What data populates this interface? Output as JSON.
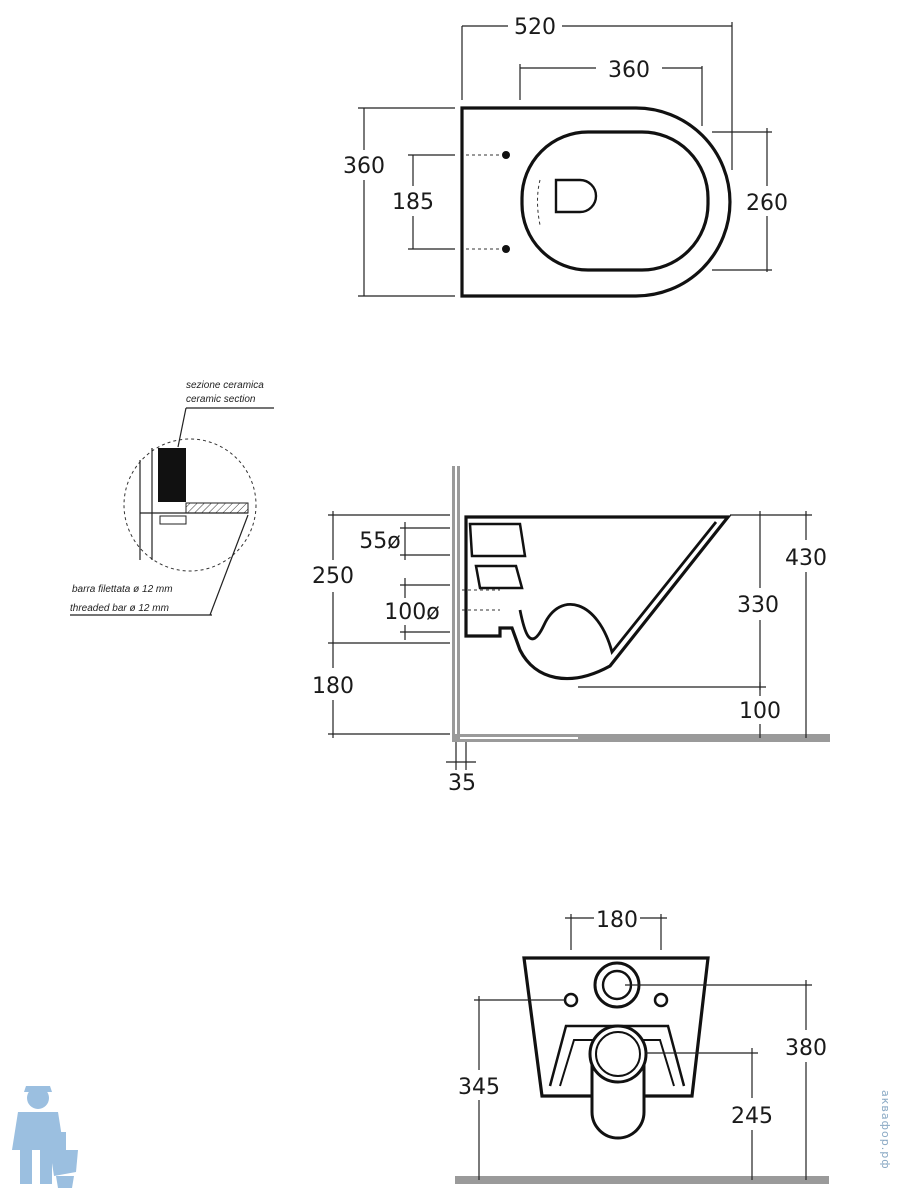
{
  "plan_view": {
    "dims": [
      "520",
      "360",
      "360",
      "185",
      "260"
    ]
  },
  "detail": {
    "label_it_1": "sezione ceramica",
    "label_en_1": "ceramic section",
    "label_it_2": "barra filettata ø 12 mm",
    "label_en_2": "threaded bar ø 12 mm"
  },
  "side_view": {
    "dims": [
      "55ø",
      "250",
      "100ø",
      "180",
      "430",
      "330",
      "100",
      "35"
    ]
  },
  "front_view": {
    "dims": [
      "180",
      "380",
      "345",
      "245"
    ]
  },
  "watermark": "аквафор.рф",
  "colors": {
    "line": "#111111",
    "floor": "#9a9a9a",
    "logo": "#9bbfe0"
  }
}
